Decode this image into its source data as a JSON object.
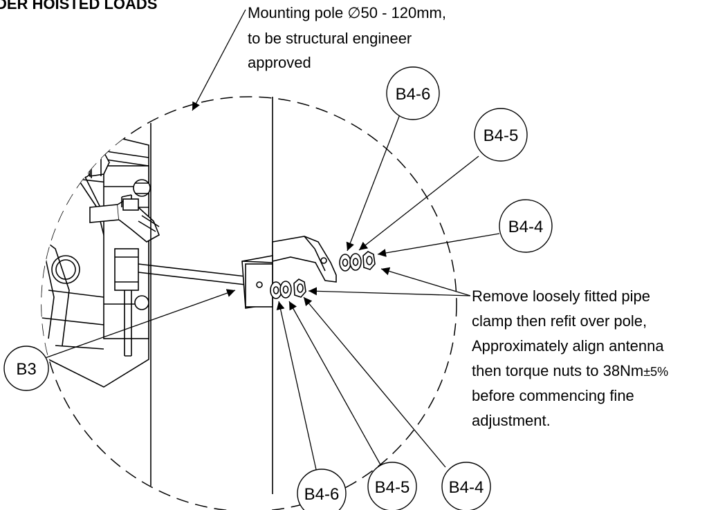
{
  "heading": "DER HOISTED LOADS",
  "pole_note": {
    "line1_prefix": "Mounting pole ",
    "diameter_symbol": "∅",
    "line1_suffix": "50 - 120mm,",
    "line2": "to be structural engineer",
    "line3": "approved"
  },
  "clamp_note": {
    "line1": "Remove loosely fitted pipe",
    "line2": "clamp then refit over pole,",
    "line3": "Approximately align antenna",
    "line4_prefix": "then torque nuts to 38Nm",
    "line4_tolerance": "±5%",
    "line5": "before commencing fine",
    "line6": "adjustment."
  },
  "balloons": {
    "top_b4_6": "B4-6",
    "top_b4_5": "B4-5",
    "top_b4_4": "B4-4",
    "b3": "B3",
    "bottom_b4_6": "B4-6",
    "bottom_b4_5": "B4-5",
    "bottom_b4_4": "B4-4"
  },
  "colors": {
    "line": "#000000",
    "background": "#ffffff"
  }
}
